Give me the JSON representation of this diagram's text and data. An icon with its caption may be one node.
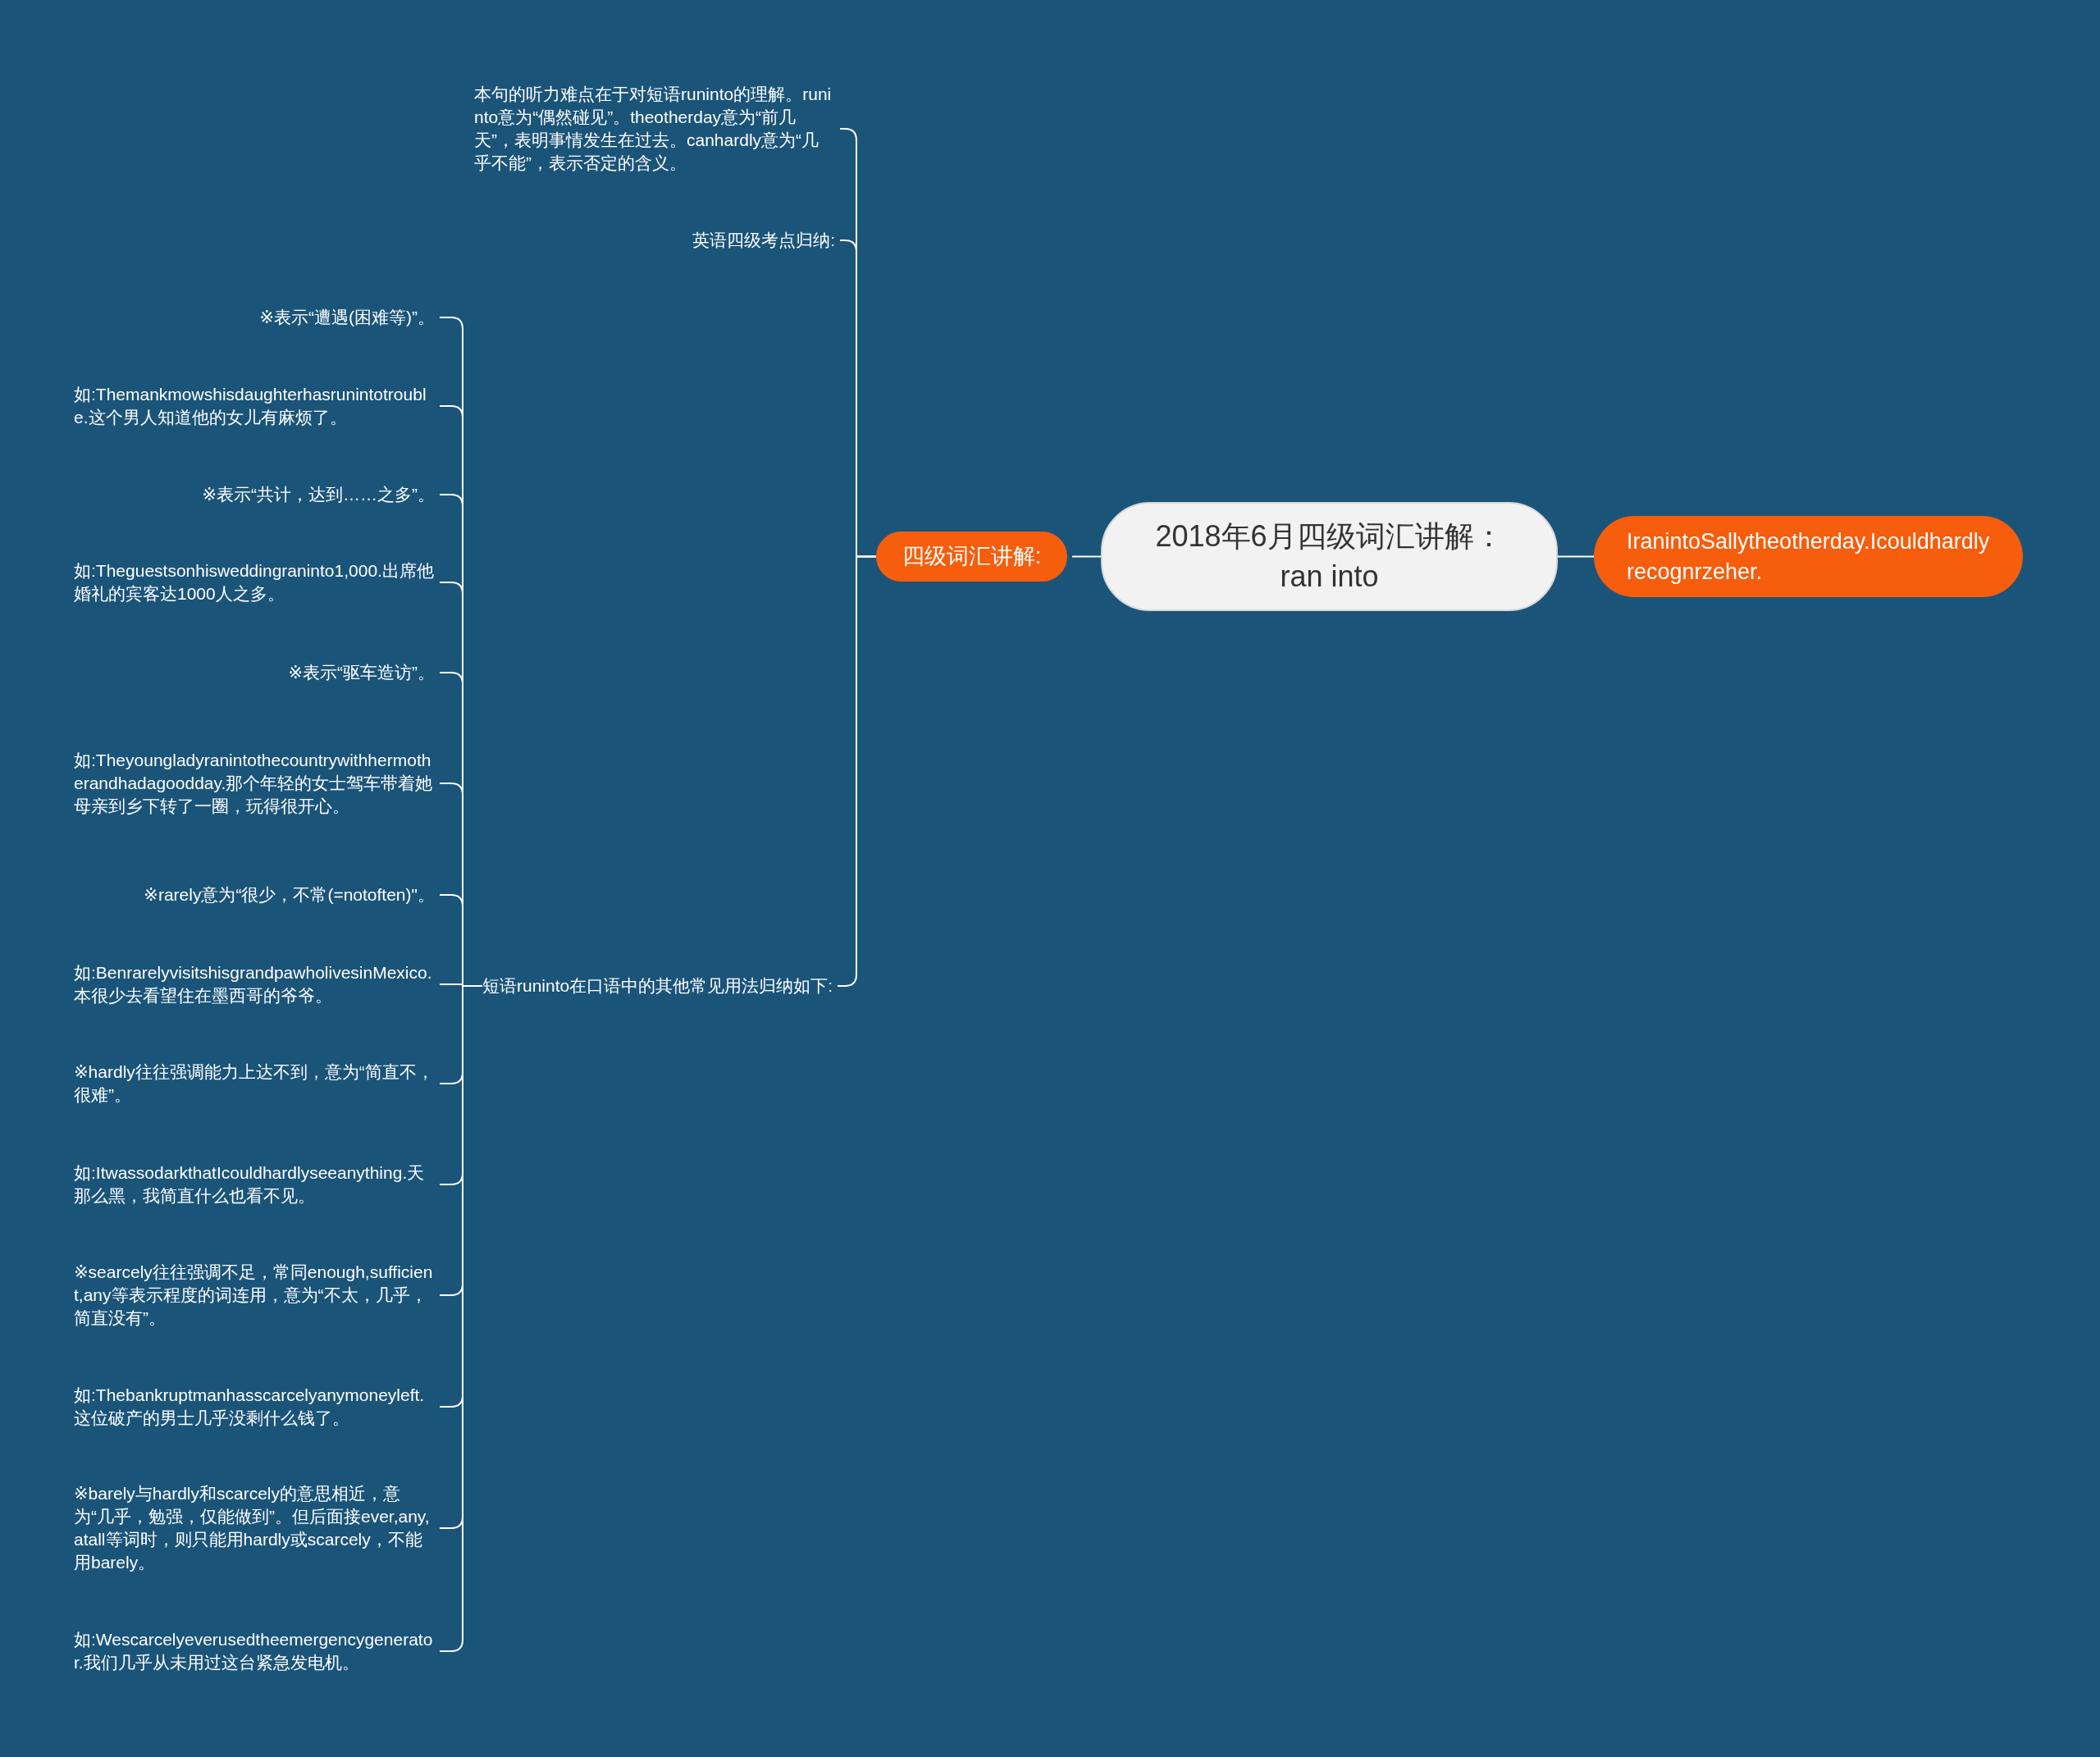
{
  "diagram": {
    "nodes": [
      {
        "text": [
          "2018年6月四级词汇讲解：ran into"
        ]
      },
      {
        "text": [
          "IranintoSallytheotherday.Icouldhardlyrecognrzeher."
        ]
      },
      {
        "text": [
          "四级词汇讲解:"
        ]
      },
      {
        "text": [
          "本句的听力难点在于对短语runinto的理解。runinto意为“偶然碰见”。theotherday意为“前几天”，表明事情发生在过去。canhardly意为“几乎不能”，表示否定的含义。"
        ]
      },
      {
        "text": [
          "英语四级考点归纳:"
        ]
      },
      {
        "text": [
          "短语runinto在口语中的其他常见用法归纳如下:"
        ]
      },
      {
        "text": [
          "※表示“遭遇(困难等)”。"
        ]
      },
      {
        "text": [
          "如:Themankmowshisdaughterhasrunintotrouble.这个男人知道他的女儿有麻烦了。"
        ]
      },
      {
        "text": [
          "※表示“共计，达到……之多”。"
        ]
      },
      {
        "text": [
          "如:Theguestsonhisweddingraninto1,000.出席他婚礼的宾客达1000人之多。"
        ]
      },
      {
        "text": [
          "※表示“驱车造访”。"
        ]
      },
      {
        "text": [
          "如:Theyoungladyranintothecountrywithhermotherandhadagoodday.那个年轻的女士驾车带着她母亲到乡下转了一圈，玩得很开心。"
        ]
      },
      {
        "text": [
          "※rarely意为“很少，不常(=notoften)\"。"
        ]
      },
      {
        "text": [
          "如:BenrarelyvisitshisgrandpawholivesinMexico.本很少去看望住在墨西哥的爷爷。"
        ]
      },
      {
        "text": [
          "※hardly往往强调能力上达不到，意为“简直不，很难”。"
        ]
      },
      {
        "text": [
          "如:ItwassodarkthatIcouldhardlyseeanything.天那么黑，我简直什么也看不见。"
        ]
      },
      {
        "text": [
          "※searcely往往强调不足，常同enough,sufficient,any等表示程度的词连用，意为“不太，几乎，简直没有”。"
        ]
      },
      {
        "text": [
          "如:Thebankruptmanhasscarcelyanymoneyleft.这位破产的男士几乎没剩什么钱了。"
        ]
      },
      {
        "text": [
          "※barely与hardly和scarcely的意思相近，意为“几乎，勉强，仅能做到”。但后面接ever,any,atall等词时，则只能用hardly或scarcely，不能用barely。"
        ]
      },
      {
        "text": [
          "如:Wescarcelyeverusedtheemergencygenerator.我们几乎从未用过这台紧急发电机。"
        ]
      }
    ],
    "edges": [
      {
        "from": 0,
        "to": 1,
        "arrow": "none"
      },
      {
        "from": 0,
        "to": 2,
        "arrow": "none"
      },
      {
        "from": 2,
        "to": 3,
        "arrow": "none"
      },
      {
        "from": 2,
        "to": 4,
        "arrow": "none"
      },
      {
        "from": 2,
        "to": 5,
        "arrow": "none"
      },
      {
        "from": 5,
        "to": 6,
        "arrow": "none"
      },
      {
        "from": 5,
        "to": 7,
        "arrow": "none"
      },
      {
        "from": 5,
        "to": 8,
        "arrow": "none"
      },
      {
        "from": 5,
        "to": 9,
        "arrow": "none"
      },
      {
        "from": 5,
        "to": 10,
        "arrow": "none"
      },
      {
        "from": 5,
        "to": 11,
        "arrow": "none"
      },
      {
        "from": 5,
        "to": 12,
        "arrow": "none"
      },
      {
        "from": 5,
        "to": 13,
        "arrow": "none"
      },
      {
        "from": 5,
        "to": 14,
        "arrow": "none"
      },
      {
        "from": 5,
        "to": 15,
        "arrow": "none"
      },
      {
        "from": 5,
        "to": 16,
        "arrow": "none"
      },
      {
        "from": 5,
        "to": 17,
        "arrow": "none"
      },
      {
        "from": 5,
        "to": 18,
        "arrow": "none"
      },
      {
        "from": 5,
        "to": 19,
        "arrow": "none"
      }
    ]
  }
}
